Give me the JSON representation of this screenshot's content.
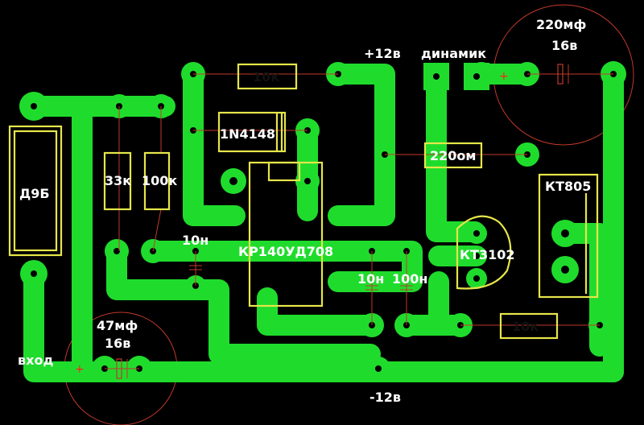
{
  "labels": {
    "d9b": "Д9Б",
    "r33k": "33к",
    "r100k": "100к",
    "r10k_top": "10к",
    "diode": "1N4148",
    "plus12": "+12в",
    "speaker": "динамик",
    "c220": "220мф",
    "c220_v": "16в",
    "r220": "220ом",
    "kt805": "КТ805",
    "c10n_left": "10н",
    "chip": "КР140УД708",
    "c10n_mid": "10н",
    "c100n": "100н",
    "kt3102": "КТ3102",
    "c47": "47мф",
    "c47_v": "16в",
    "input": "вход",
    "r10k_bottom": "10к",
    "minus12": "-12в"
  },
  "colors": {
    "copper": "#1fdc2c",
    "silkscreen": "#e6e64a",
    "wire": "#c0392b",
    "background": "#000000"
  }
}
